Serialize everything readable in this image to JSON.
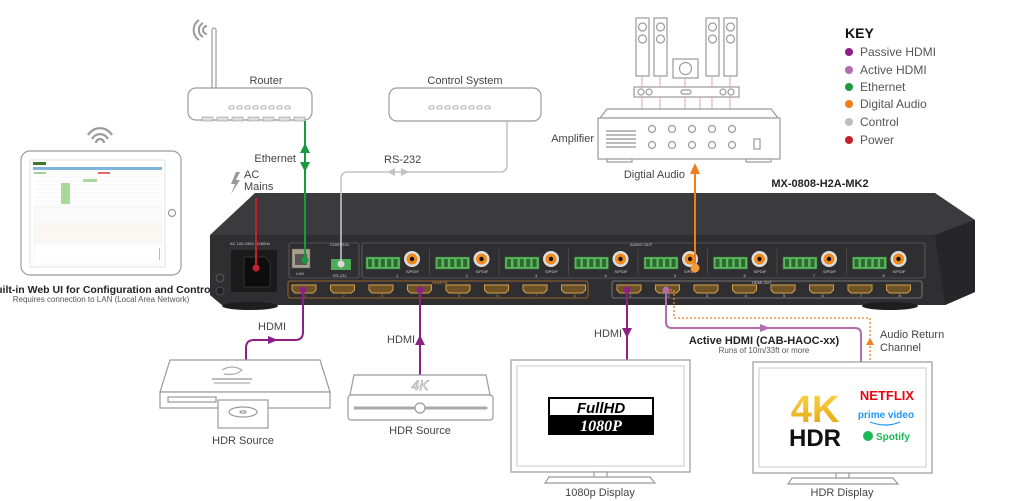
{
  "key": {
    "title": "KEY",
    "items": [
      {
        "label": "Passive HDMI",
        "color": "#8e1f87"
      },
      {
        "label": "Active HDMI",
        "color": "#b06db0"
      },
      {
        "label": "Ethernet",
        "color": "#1a9a3f"
      },
      {
        "label": "Digital Audio",
        "color": "#f07d1a"
      },
      {
        "label": "Control",
        "color": "#bdbdbd"
      },
      {
        "label": "Power",
        "color": "#c8202a"
      }
    ]
  },
  "device": {
    "model": "MX-0808-H2A-MK2",
    "power_label": "AC 100-240V 50/60Hz",
    "lan_label": "LAN",
    "control_label": "CONTROL",
    "rs232_label": "RS-232",
    "audio_out_label": "AUDIO OUT",
    "hdmi_in_label": "HDMI IN",
    "hdmi_out_label": "HDMI OUT",
    "spdif_label": "S/PDIF",
    "ports": [
      "1",
      "2",
      "3",
      "4",
      "5",
      "6",
      "7",
      "8"
    ]
  },
  "web_ui": {
    "title": "Built-in Web UI for Configuration and Control",
    "subtitle": "Requires connection to LAN (Local Area Network)"
  },
  "components": {
    "router": "Router",
    "control_system": "Control System",
    "amplifier": "Amplifier",
    "hdr_source_1": "HDR Source",
    "hdr_source_2": "HDR Source",
    "display_1080p": "1080p Display",
    "display_hdr": "HDR Display"
  },
  "connections": {
    "ethernet": "Ethernet",
    "rs232": "RS-232",
    "ac_mains": [
      "AC",
      "Mains"
    ],
    "digital_audio": "Digtial Audio",
    "hdmi_1": "HDMI",
    "hdmi_2": "HDMI",
    "hdmi_3": "HDMI",
    "active_hdmi": "Active HDMI (CAB-HAOC-xx)",
    "active_hdmi_note": "Runs of 10m/33ft or more",
    "arc": [
      "Audio Return",
      "Channel"
    ]
  },
  "screens": {
    "fullhd_top": "FullHD",
    "fullhd_bottom": "1080P",
    "uhd_top": "4K",
    "uhd_bottom": "HDR",
    "netflix": "NETFLIX",
    "prime": "prime video",
    "spotify": "Spotify"
  }
}
